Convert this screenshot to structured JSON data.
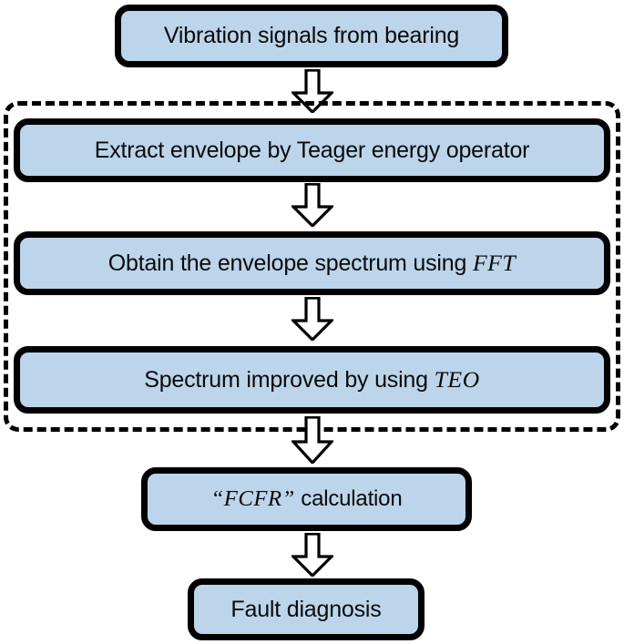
{
  "diagram": {
    "type": "flowchart",
    "orientation": "top-to-bottom",
    "colors": {
      "node_fill": "#bcd5ea",
      "node_border": "#000000",
      "arrow_fill": "#ffffff",
      "arrow_stroke": "#000000",
      "group_border": "#000000",
      "background": "#ffffff"
    },
    "nodes": [
      {
        "id": "vibration-signals",
        "text": "Vibration signals from bearing",
        "text_plain": "Vibration signals from bearing",
        "italic_part": ""
      },
      {
        "id": "extract-envelope",
        "text": "Extract envelope by Teager energy operator",
        "text_plain": "Extract envelope by Teager energy operator",
        "italic_part": ""
      },
      {
        "id": "obtain-envelope-spectrum",
        "text_plain": "Obtain the envelope spectrum using ",
        "italic_part": "FFT"
      },
      {
        "id": "spectrum-improved",
        "text_plain": "Spectrum improved by using ",
        "italic_part": "TEO"
      },
      {
        "id": "fcfr-calculation",
        "text_plain": "“FCFR” calculation",
        "italic_part": "“FCFR”",
        "trailing_plain": " calculation"
      },
      {
        "id": "fault-diagnosis",
        "text": "Fault diagnosis",
        "text_plain": "Fault diagnosis",
        "italic_part": ""
      }
    ],
    "arrows": [
      {
        "id": "arrow-1",
        "from": "vibration-signals",
        "to": "extract-envelope",
        "direction": "down"
      },
      {
        "id": "arrow-2",
        "from": "extract-envelope",
        "to": "obtain-envelope-spectrum",
        "direction": "down"
      },
      {
        "id": "arrow-3",
        "from": "obtain-envelope-spectrum",
        "to": "spectrum-improved",
        "direction": "down"
      },
      {
        "id": "arrow-4",
        "from": "spectrum-improved",
        "to": "fcfr-calculation",
        "direction": "down"
      },
      {
        "id": "arrow-5",
        "from": "fcfr-calculation",
        "to": "fault-diagnosis",
        "direction": "down"
      }
    ],
    "group": {
      "id": "teo-processing-group",
      "style": "dashed",
      "contains": [
        "extract-envelope",
        "obtain-envelope-spectrum",
        "spectrum-improved"
      ]
    }
  }
}
